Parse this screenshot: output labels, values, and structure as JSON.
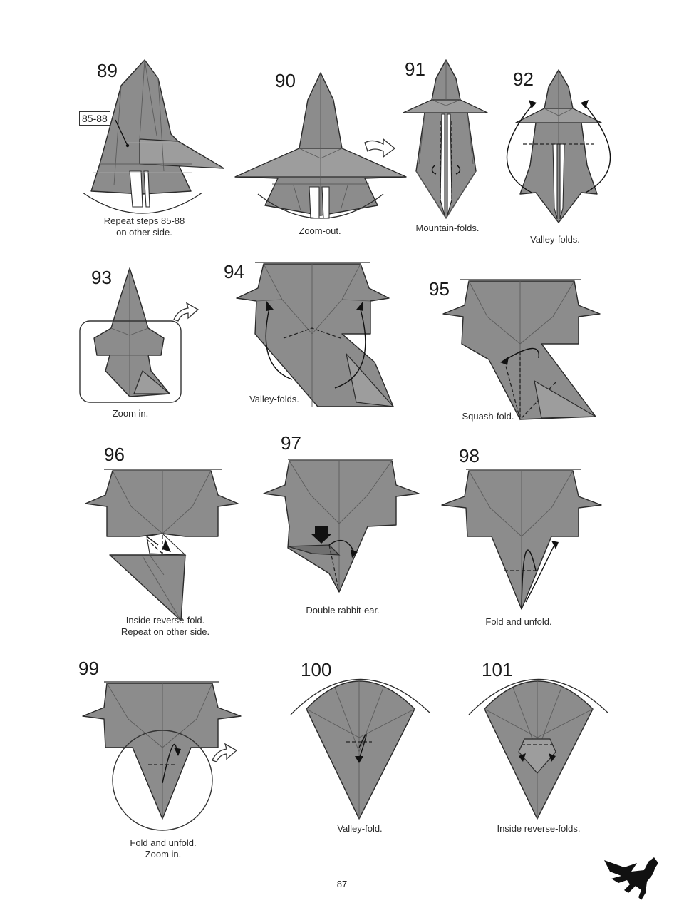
{
  "steps": [
    {
      "number": "89",
      "caption_lines": [
        "Repeat steps 85-88",
        "on other side."
      ],
      "reference_box": "85-88"
    },
    {
      "number": "90",
      "caption_lines": [
        "Zoom-out."
      ]
    },
    {
      "number": "91",
      "caption_lines": [
        "Mountain-folds."
      ]
    },
    {
      "number": "92",
      "caption_lines": [
        "Valley-folds."
      ]
    },
    {
      "number": "93",
      "caption_lines": [
        "Zoom in."
      ]
    },
    {
      "number": "94",
      "caption_lines": [
        "Valley-folds."
      ]
    },
    {
      "number": "95",
      "caption_lines": [
        "Squash-fold."
      ]
    },
    {
      "number": "96",
      "caption_lines": [
        "Inside reverse-fold.",
        "Repeat on other side."
      ]
    },
    {
      "number": "97",
      "caption_lines": [
        "Double rabbit-ear."
      ]
    },
    {
      "number": "98",
      "caption_lines": [
        "Fold and unfold."
      ]
    },
    {
      "number": "99",
      "caption_lines": [
        "Fold and unfold.",
        "Zoom in."
      ]
    },
    {
      "number": "100",
      "caption_lines": [
        "Valley-fold."
      ]
    },
    {
      "number": "101",
      "caption_lines": [
        "Inside reverse-folds."
      ]
    }
  ],
  "page_number": "87",
  "colors": {
    "paper": "#8c8c8c",
    "line": "#2b2b2b",
    "background": "#ffffff"
  },
  "icons": {
    "corner_logo": "pegasus-silhouette-icon",
    "turn_over": "turn-over-arrow-icon"
  }
}
